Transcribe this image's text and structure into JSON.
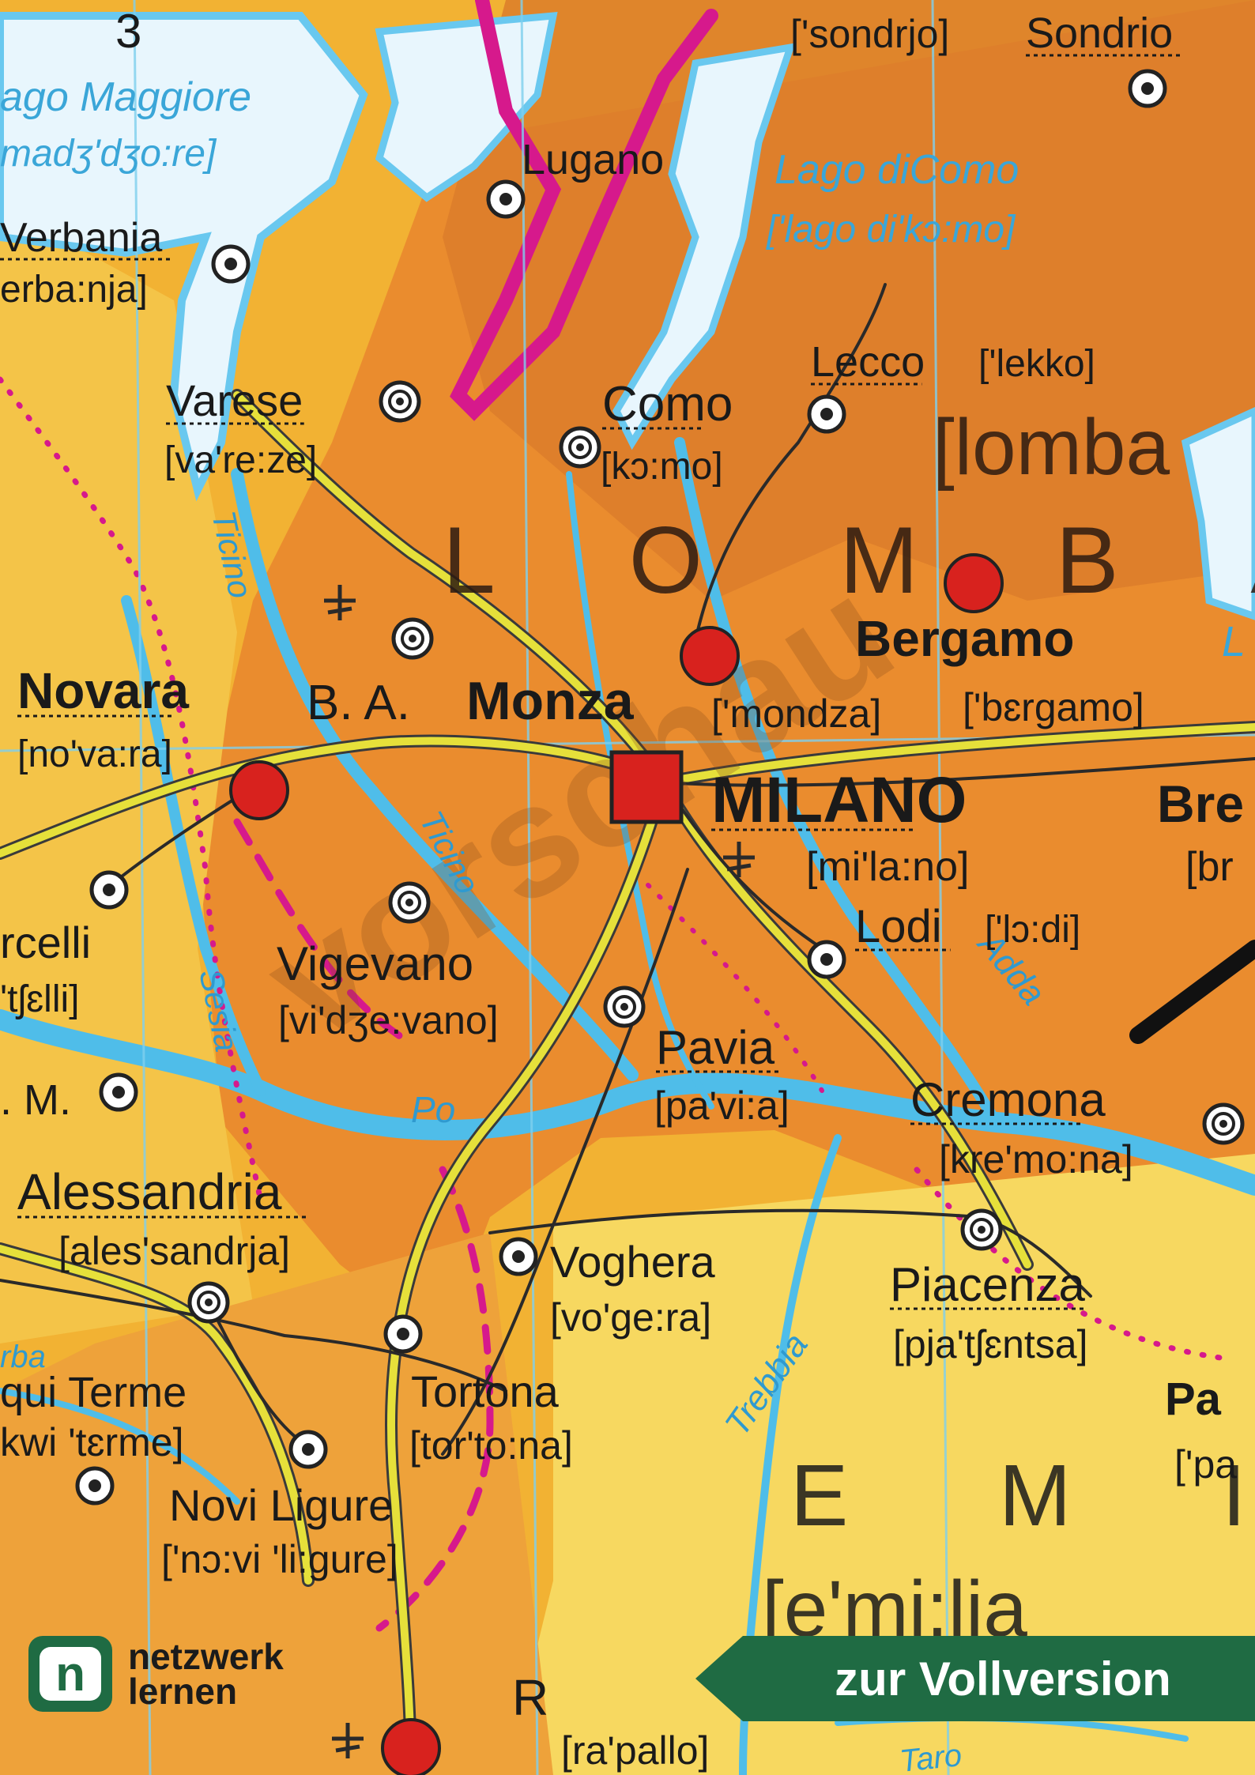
{
  "map": {
    "regions": [
      {
        "key": "lombardia",
        "name": "L O M B A R",
        "ipa": "[lomba"
      },
      {
        "key": "emilia",
        "name": "E M I L",
        "ipa": "[e'mi:lia"
      }
    ],
    "cities": [
      {
        "key": "sondrio",
        "name": "Sondrio",
        "ipa": "['sondrjo]",
        "marker": "dot"
      },
      {
        "key": "lugano",
        "name": "Lugano",
        "ipa": "",
        "marker": "dot"
      },
      {
        "key": "verbania",
        "name": "Verbania",
        "ipa": "erba:nja]",
        "marker": "dot"
      },
      {
        "key": "varese",
        "name": "Varese",
        "ipa": "[va're:ze]",
        "marker": "ring"
      },
      {
        "key": "como",
        "name": "Como",
        "ipa": "[kɔ:mo]",
        "marker": "ring"
      },
      {
        "key": "lecco",
        "name": "Lecco",
        "ipa": "['lekko]",
        "marker": "dot"
      },
      {
        "key": "bergamo",
        "name": "Bergamo",
        "ipa": "['bɛrgamo]",
        "marker": "red"
      },
      {
        "key": "monza",
        "name": "Monza",
        "ipa": "['mondza]",
        "marker": "red"
      },
      {
        "key": "busto",
        "name": "B. A.",
        "ipa": "",
        "marker": "ring"
      },
      {
        "key": "novara",
        "name": "Novara",
        "ipa": "[no'va:ra]",
        "marker": "red"
      },
      {
        "key": "milano",
        "name": "MILANO",
        "ipa": "[mi'la:no]",
        "marker": "capital"
      },
      {
        "key": "brescia",
        "name": "Bre",
        "ipa": "[br",
        "marker": "none"
      },
      {
        "key": "lodi",
        "name": "Lodi",
        "ipa": "['lɔ:di]",
        "marker": "dot"
      },
      {
        "key": "vigevano",
        "name": "Vigevano",
        "ipa": "[vi'dʒe:vano]",
        "marker": "ring"
      },
      {
        "key": "vercelli",
        "name": "rcelli",
        "ipa": "'tʃɛlli]",
        "marker": "dot"
      },
      {
        "key": "pavia",
        "name": "Pavia",
        "ipa": "[pa'vi:a]",
        "marker": "ring"
      },
      {
        "key": "cremona",
        "name": "Cremona",
        "ipa": "[kre'mo:na]",
        "marker": "ring"
      },
      {
        "key": "casale",
        "name": ". M.",
        "ipa": "",
        "marker": "dot"
      },
      {
        "key": "alessandria",
        "name": "Alessandria",
        "ipa": "[ales'sandrja]",
        "marker": "ring"
      },
      {
        "key": "voghera",
        "name": "Voghera",
        "ipa": "[vo'ge:ra]",
        "marker": "dot"
      },
      {
        "key": "piacenza",
        "name": "Piacenza",
        "ipa": "[pja'tʃɛntsa]",
        "marker": "ring"
      },
      {
        "key": "parma",
        "name": "Pa",
        "ipa": "['pa",
        "marker": "none"
      },
      {
        "key": "tortona",
        "name": "Tortona",
        "ipa": "[tor'to:na]",
        "marker": "dot"
      },
      {
        "key": "acqui",
        "name": "qui Terme",
        "ipa": "kwi 'tɛrme]",
        "marker": "dot"
      },
      {
        "key": "novi",
        "name": "Novi Ligure",
        "ipa": "['nɔ:vi 'li:gure]",
        "marker": "dot"
      },
      {
        "key": "ovada",
        "name": "",
        "ipa": "",
        "marker": "dot"
      },
      {
        "key": "rapallo",
        "name": "R",
        "ipa": "[ra'pallo]",
        "marker": "red"
      }
    ],
    "lakes": [
      {
        "key": "maggiore",
        "name": "ago Maggiore",
        "ipa": "madʒ'dʒo:re]"
      },
      {
        "key": "como",
        "name": "Lago diComo",
        "ipa": "['lago di'kɔ:mo]"
      }
    ],
    "rivers": [
      {
        "key": "ticino_north",
        "name": "Ticino"
      },
      {
        "key": "ticino",
        "name": "Ticino"
      },
      {
        "key": "sesia",
        "name": "Sesia"
      },
      {
        "key": "po",
        "name": "Po"
      },
      {
        "key": "adda",
        "name": "Adda"
      },
      {
        "key": "trebbia",
        "name": "Trebbia"
      },
      {
        "key": "taro",
        "name": "Taro"
      },
      {
        "key": "orba",
        "name": "rba"
      }
    ],
    "edge_labels": {
      "top_number": "3",
      "right_lake": "L"
    },
    "watermark": "vorschau",
    "colors": {
      "lowland": "#f2b233",
      "hills": "#ea8c2e",
      "mountains": "#d4782a",
      "plain": "#f6d060",
      "water": "#69c8ef",
      "lake_fill": "#e8f6fd",
      "border": "#d6198c",
      "road": "#e6e03a",
      "city_red": "#d8221e"
    }
  },
  "footer": {
    "logo_text_line1": "netzwerk",
    "logo_text_line2": "lernen",
    "logo_glyph": "n",
    "banner_label": "zur Vollversion"
  }
}
